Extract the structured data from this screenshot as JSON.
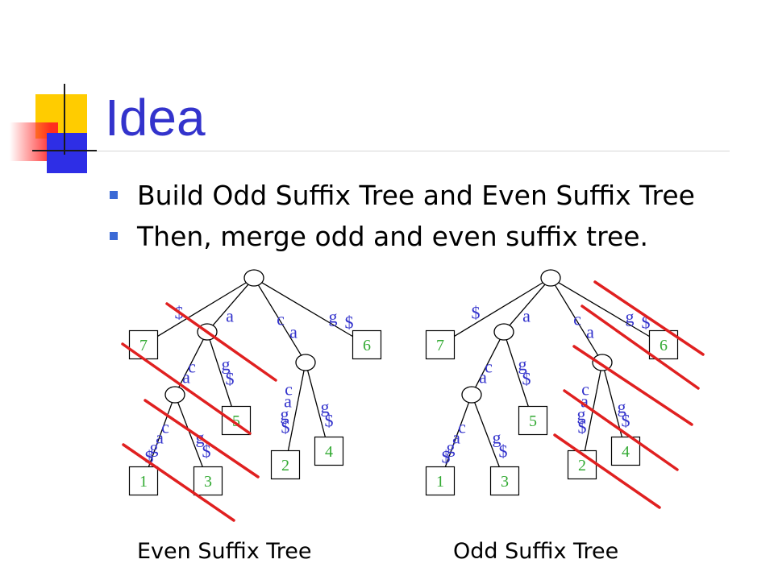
{
  "slide": {
    "title": "Idea",
    "bullets": [
      "Build Odd Suffix Tree and Even Suffix Tree",
      "Then, merge odd and even suffix tree."
    ]
  },
  "trees": [
    {
      "caption": "Even Suffix Tree",
      "leaves": [
        "7",
        "6",
        "5",
        "1",
        "3",
        "2",
        "4"
      ],
      "edges": {
        "root_7": [
          "$"
        ],
        "root_a": [
          "a"
        ],
        "root_ca": [
          "c",
          "a"
        ],
        "root_6": [
          "g",
          "$"
        ],
        "a_aca": [
          "c",
          "a"
        ],
        "a_5": [
          "g",
          "$"
        ],
        "aca_1": [
          "c",
          "a",
          "g",
          "$"
        ],
        "aca_3": [
          "g",
          "$"
        ],
        "ca_2": [
          "c",
          "a",
          "g",
          "$"
        ],
        "ca_4": [
          "g",
          "$"
        ]
      }
    },
    {
      "caption": "Odd Suffix Tree",
      "leaves": [
        "7",
        "6",
        "5",
        "1",
        "3",
        "2",
        "4"
      ],
      "edges": {
        "root_7": [
          "$"
        ],
        "root_a": [
          "a"
        ],
        "root_ca": [
          "c",
          "a"
        ],
        "root_6": [
          "g",
          "$"
        ],
        "a_aca": [
          "c",
          "a"
        ],
        "a_5": [
          "g",
          "$"
        ],
        "aca_1": [
          "c",
          "a",
          "g",
          "$"
        ],
        "aca_3": [
          "g",
          "$"
        ],
        "ca_2": [
          "c",
          "a",
          "g",
          "$"
        ],
        "ca_4": [
          "g",
          "$"
        ]
      }
    }
  ],
  "colors": {
    "title": "#3333cc",
    "bullet": "#3b6ad6",
    "edge_label": "#3333cc",
    "leaf_number": "#33aa33",
    "strike": "#e02020",
    "logo_yellow": "#ffcc00",
    "logo_red": "#ff2020",
    "logo_blue": "#2e2ee6"
  }
}
